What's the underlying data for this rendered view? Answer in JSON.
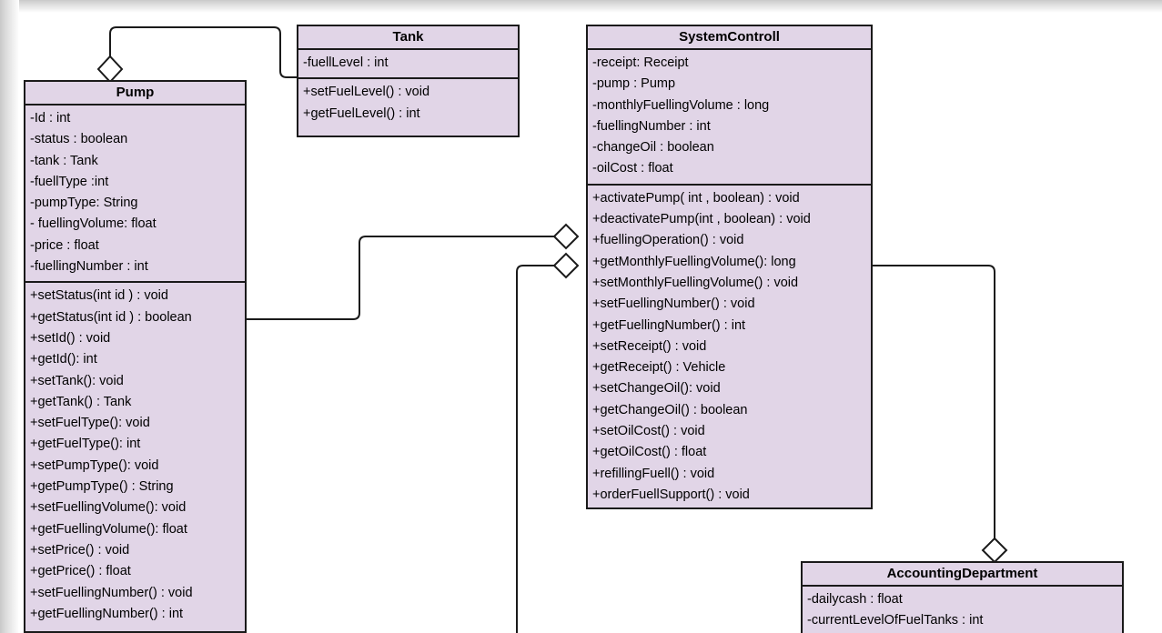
{
  "diagram": {
    "type": "uml-class-diagram",
    "colors": {
      "class_fill": "#e1d5e7",
      "class_border": "#1a1a1a",
      "canvas": "#ffffff",
      "diamond_fill": "#ffffff"
    },
    "classes": [
      {
        "id": "pump",
        "name": "Pump",
        "attributes": [
          "-Id : int",
          "-status : boolean",
          "-tank : Tank",
          "-fuellType :int",
          "-pumpType: String",
          "- fuellingVolume: float",
          "-price : float",
          "-fuellingNumber : int"
        ],
        "operations": [
          "+setStatus(int id ) : void",
          "+getStatus(int id ) : boolean",
          "+setId() : void",
          "+getId(): int",
          "+setTank(): void",
          "+getTank()  : Tank",
          "+setFuelType(): void",
          "+getFuelType(): int",
          "+setPumpType(): void",
          "+getPumpType() : String",
          "+setFuellingVolume(): void",
          "+getFuellingVolume(): float",
          "+setPrice() : void",
          "+getPrice() : float",
          "+setFuellingNumber() : void",
          "+getFuellingNumber() : int"
        ]
      },
      {
        "id": "tank",
        "name": "Tank",
        "attributes": [
          "-fuellLevel : int"
        ],
        "operations": [
          "+setFuelLevel() : void",
          "+getFuelLevel() : int"
        ]
      },
      {
        "id": "systemcontroll",
        "name": "SystemControll",
        "attributes": [
          "-receipt: Receipt",
          "-pump : Pump",
          "-monthlyFuellingVolume : long",
          "-fuellingNumber : int",
          "-changeOil : boolean",
          "-oilCost : float"
        ],
        "operations": [
          "+activatePump( int  , boolean) : void",
          "+deactivatePump(int , boolean) : void",
          "+fuellingOperation() : void",
          "+getMonthlyFuellingVolume(): long",
          "+setMonthlyFuellingVolume() : void",
          "+setFuellingNumber() : void",
          "+getFuellingNumber() : int",
          "+setReceipt() : void",
          "+getReceipt() : Vehicle",
          "+setChangeOil(): void",
          "+getChangeOil()  : boolean",
          "+setOilCost() : void",
          "+getOilCost() : float",
          "+refillingFuell() : void",
          "+orderFuellSupport() : void"
        ]
      },
      {
        "id": "accountingdepartment",
        "name": "AccountingDepartment",
        "attributes": [
          "-dailycash : float",
          "-currentLevelOfFuelTanks : int"
        ],
        "operations": []
      }
    ],
    "associations": [
      {
        "id": "tank-to-pump",
        "from": "tank",
        "to": "pump",
        "kind": "aggregation",
        "diamond_at": "pump"
      },
      {
        "id": "pump-to-systemcontroll",
        "from": "pump",
        "to": "systemcontroll",
        "kind": "aggregation",
        "diamond_at": "systemcontroll"
      },
      {
        "id": "offscreen-to-systemcontroll",
        "from": "offscreen-below",
        "to": "systemcontroll",
        "kind": "aggregation",
        "diamond_at": "systemcontroll"
      },
      {
        "id": "systemcontroll-to-accountingdepartment",
        "from": "systemcontroll",
        "to": "accountingdepartment",
        "kind": "aggregation",
        "diamond_at": "accountingdepartment"
      }
    ]
  }
}
